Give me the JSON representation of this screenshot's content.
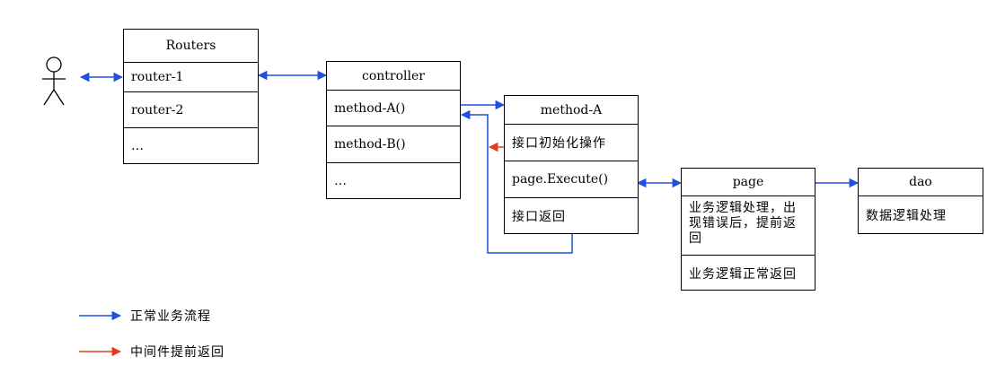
{
  "actor": {
    "icon": "stick-figure-user-icon"
  },
  "routers": {
    "title": "Routers",
    "rows": [
      "router-1",
      "router-2",
      "…"
    ]
  },
  "controller": {
    "title": "controller",
    "rows": [
      "method-A()",
      "method-B()",
      "…"
    ]
  },
  "method_a": {
    "title": "method-A",
    "rows": [
      "接口初始化操作",
      "page.Execute()",
      "接口返回"
    ]
  },
  "page": {
    "title": "page",
    "rows": [
      "业务逻辑处理，出现错误后，提前返回",
      "业务逻辑正常返回"
    ]
  },
  "dao": {
    "title": "dao",
    "rows": [
      "数据逻辑处理"
    ]
  },
  "legend": {
    "normal_label": "正常业务流程",
    "early_return_label": "中间件提前返回"
  },
  "colors": {
    "normal_flow": "#1f4fe0",
    "early_return": "#e53a1f"
  }
}
